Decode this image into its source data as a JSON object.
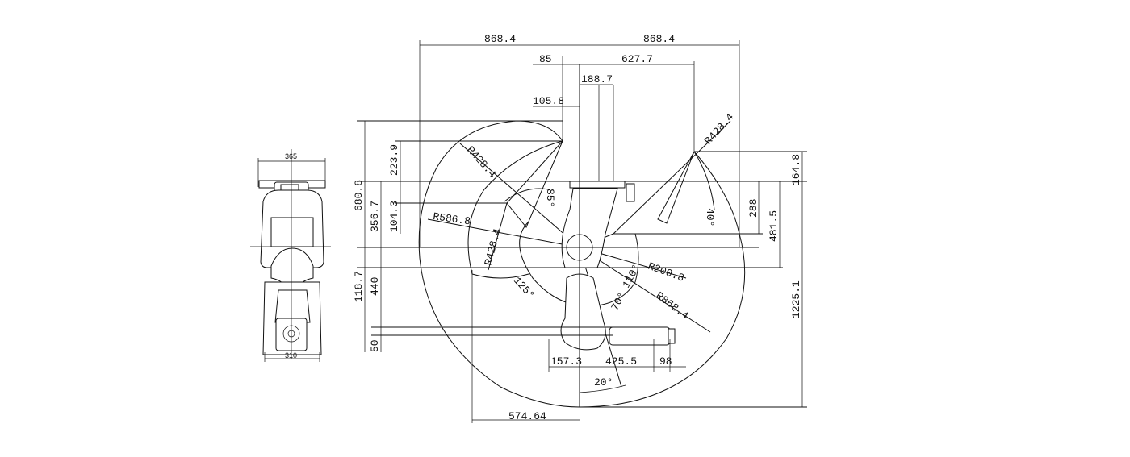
{
  "side_view": {
    "top_width": "365",
    "bottom_width": "310"
  },
  "top_dims": {
    "half_reach_left": "868.4",
    "half_reach_right": "868.4",
    "offset_85": "85",
    "offset_627": "627.7",
    "offset_188": "188.7",
    "offset_105": "105.8"
  },
  "left_dims": {
    "d680": "680.8",
    "d223": "223.9",
    "d356": "356.7",
    "d104": "104.3",
    "d118": "118.7",
    "d440": "440",
    "d50": "50"
  },
  "right_dims": {
    "d164": "164.8",
    "d288": "288",
    "d481": "481.5",
    "d1225": "1225.1"
  },
  "bottom_dims": {
    "d157": "157.3",
    "d425": "425.5",
    "d98": "98",
    "angle20": "20°",
    "d574": "574.64"
  },
  "radii": {
    "r_top_left": "R428.4",
    "r_top_right": "R428.4",
    "r586": "R586.8",
    "r_left": "R428.4",
    "r200": "R200.8",
    "r868": "R868.4"
  },
  "angles": {
    "a85": "85°",
    "a40": "40°",
    "a125": "125°",
    "a110": "110°",
    "a70": "70°"
  }
}
